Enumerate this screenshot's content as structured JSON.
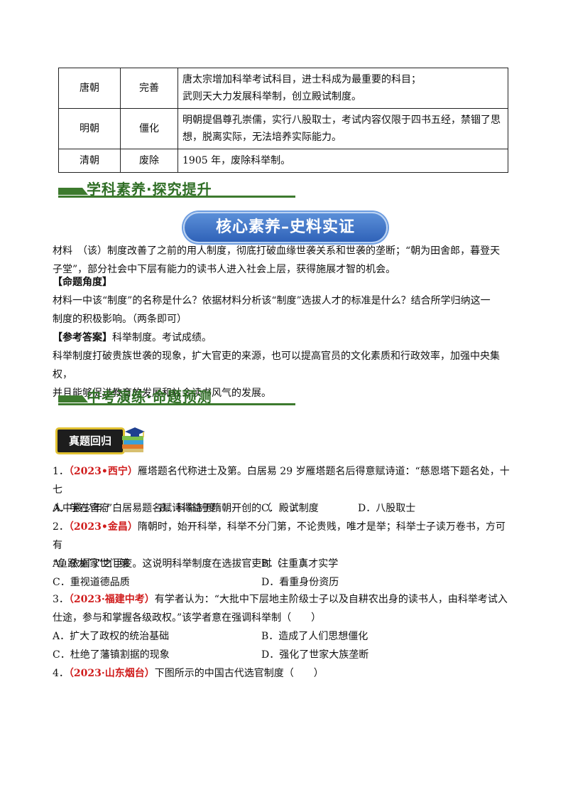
{
  "table": {
    "rows": [
      {
        "dynasty": "唐朝",
        "status": "完善",
        "content": [
          "唐太宗增加科举考试科目，进士科成为最重要的科目；",
          "武则天大力发展科举制，创立殿试制度。"
        ]
      },
      {
        "dynasty": "明朝",
        "status": "僵化",
        "content": [
          "明朝提倡尊孔崇儒，实行八股取士，考试内容仅限于四书五经，禁锢了思",
          "想，脱离实际，无法培养实际能力。"
        ]
      },
      {
        "dynasty": "清朝",
        "status": "废除",
        "content": [
          "1905 年，废除科举制。"
        ]
      }
    ]
  },
  "section1": {
    "title": "学科素养·探究提升"
  },
  "banner": {
    "text": "核心素养–史料实证"
  },
  "material": {
    "line1": "材料　（该）制度改善了之前的用人制度，彻底打破血缘世袭关系和世袭的垄断；“朝为田舍郎，暮登天",
    "line2": "子堂”，部分社会中下层有能力的读书人进入社会上层，获得施展才智的机会。"
  },
  "angle": {
    "label": "【命题角度】",
    "line1": "材料一中该“制度”的名称是什么？依据材料分析该“制度”选拔人才的标准是什么？结合所学归纳这一",
    "line2": "制度的积极影响。（两条即可）"
  },
  "answer": {
    "label": "【参考答案】",
    "line0": "科举制度。考试成绩。",
    "line1": "科举制度打破贵族世袭的现象，扩大官吏的来源，也可以提高官员的文化素质和行政效率，加强中央集权，",
    "line2": "并且能够促进教育的发展和社会读书风气的发展。"
  },
  "section2": {
    "title": "中考演练·命题预测"
  },
  "badge": {
    "text": "真题回归",
    "icon": "books-with-cap-icon"
  },
  "questions": [
    {
      "num": "1．",
      "source": "（2023•西宁）",
      "line1": "雁塔题名代称进士及第。白居易 29 岁雁塔题名后得意赋诗道：“慈恩塔下题名处，十七",
      "line2": "人中最少年。”白居易题名赋诗得益于隋朝开创的（　　）",
      "options": [
        "A．学在官府",
        "B．科举制度",
        "C．殿试制度",
        "D．八股取士"
      ]
    },
    {
      "num": "2．",
      "source": "（2023•金昌）",
      "line1": "隋朝时，始开科举，科举不分门第，不论贵贱，唯才是举；科举士子读万卷书，方可有",
      "line2": "“鱼跃龙门”之巨变。这说明科举制度在选拔官吏时（　　）",
      "options": [
        "A．依据家世门第",
        "B．注重真才实学",
        "C．重视道德品质",
        "D．看重身份资历"
      ]
    },
    {
      "num": "3．",
      "source": "（2023·福建中考）",
      "line1": "有学者认为：“大批中下层地主阶级士子以及自耕农出身的读书人，由科举考试入",
      "line2": "仕途，参与和掌握各级政权。”该学者意在强调科举制（　　）",
      "options": [
        "A．扩大了政权的统治基础",
        "B．造成了人们思想僵化",
        "C．杜绝了藩镇割据的现象",
        "D．强化了世家大族垄断"
      ]
    },
    {
      "num": "4．",
      "source": "（2023·山东烟台）",
      "line1": "下图所示的中国古代选官制度（　　）"
    }
  ]
}
